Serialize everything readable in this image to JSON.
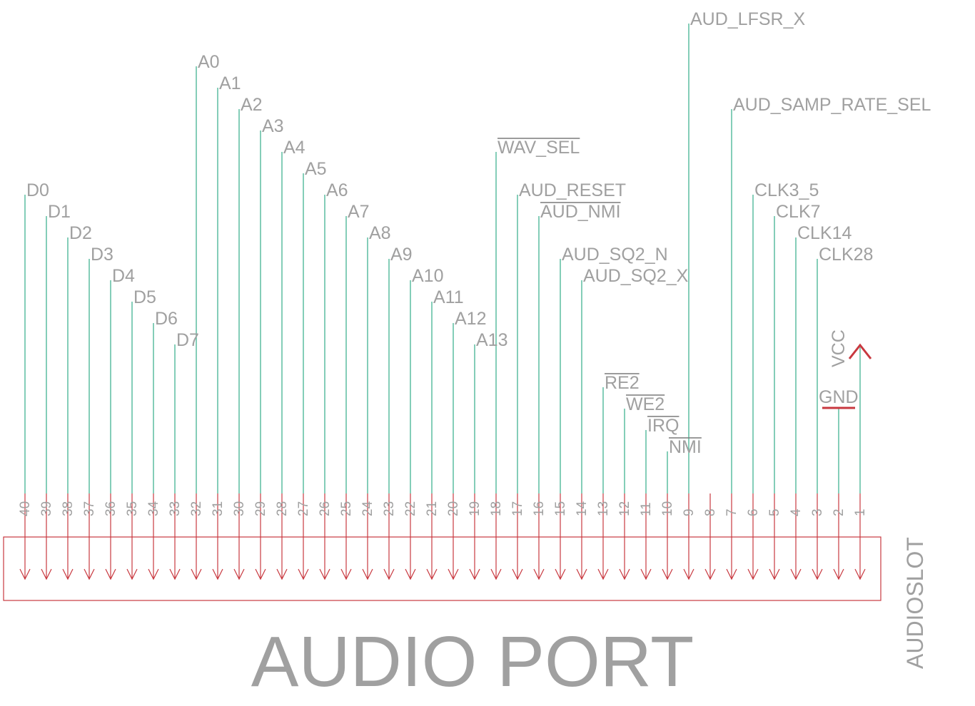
{
  "title": "AUDIO PORT",
  "part_name": "AUDIOSLOT",
  "power": {
    "vcc": "VCC",
    "gnd": "GND"
  },
  "colors": {
    "net": "#4fb89a",
    "part": "#c8383f",
    "text": "#a0a0a0"
  },
  "pins": [
    {
      "pin": "40",
      "net": "D0"
    },
    {
      "pin": "39",
      "net": "D1"
    },
    {
      "pin": "38",
      "net": "D2"
    },
    {
      "pin": "37",
      "net": "D3"
    },
    {
      "pin": "36",
      "net": "D4"
    },
    {
      "pin": "35",
      "net": "D5"
    },
    {
      "pin": "34",
      "net": "D6"
    },
    {
      "pin": "33",
      "net": "D7"
    },
    {
      "pin": "32",
      "net": "A0"
    },
    {
      "pin": "31",
      "net": "A1"
    },
    {
      "pin": "30",
      "net": "A2"
    },
    {
      "pin": "29",
      "net": "A3"
    },
    {
      "pin": "28",
      "net": "A4"
    },
    {
      "pin": "27",
      "net": "A5"
    },
    {
      "pin": "26",
      "net": "A6"
    },
    {
      "pin": "25",
      "net": "A7"
    },
    {
      "pin": "24",
      "net": "A8"
    },
    {
      "pin": "23",
      "net": "A9"
    },
    {
      "pin": "22",
      "net": "A10"
    },
    {
      "pin": "21",
      "net": "A11"
    },
    {
      "pin": "20",
      "net": "A12"
    },
    {
      "pin": "19",
      "net": "A13"
    },
    {
      "pin": "18",
      "net": "WAV_SEL",
      "overline": true
    },
    {
      "pin": "17",
      "net": "AUD_RESET"
    },
    {
      "pin": "16",
      "net": "AUD_NMI",
      "overline": true
    },
    {
      "pin": "15",
      "net": "AUD_SQ2_N"
    },
    {
      "pin": "14",
      "net": "AUD_SQ2_X"
    },
    {
      "pin": "13",
      "net": "RE2",
      "overline": true
    },
    {
      "pin": "12",
      "net": "WE2",
      "overline": true
    },
    {
      "pin": "11",
      "net": "IRQ",
      "overline": true
    },
    {
      "pin": "10",
      "net": "NMI",
      "overline": true
    },
    {
      "pin": "9",
      "net": "AUD_LFSR_X"
    },
    {
      "pin": "8",
      "net": ""
    },
    {
      "pin": "7",
      "net": "AUD_SAMP_RATE_SEL"
    },
    {
      "pin": "6",
      "net": "CLK3_5"
    },
    {
      "pin": "5",
      "net": "CLK7"
    },
    {
      "pin": "4",
      "net": "CLK14"
    },
    {
      "pin": "3",
      "net": "CLK28"
    },
    {
      "pin": "2",
      "net": "GND",
      "power": "gnd"
    },
    {
      "pin": "1",
      "net": "VCC",
      "power": "vcc"
    }
  ]
}
